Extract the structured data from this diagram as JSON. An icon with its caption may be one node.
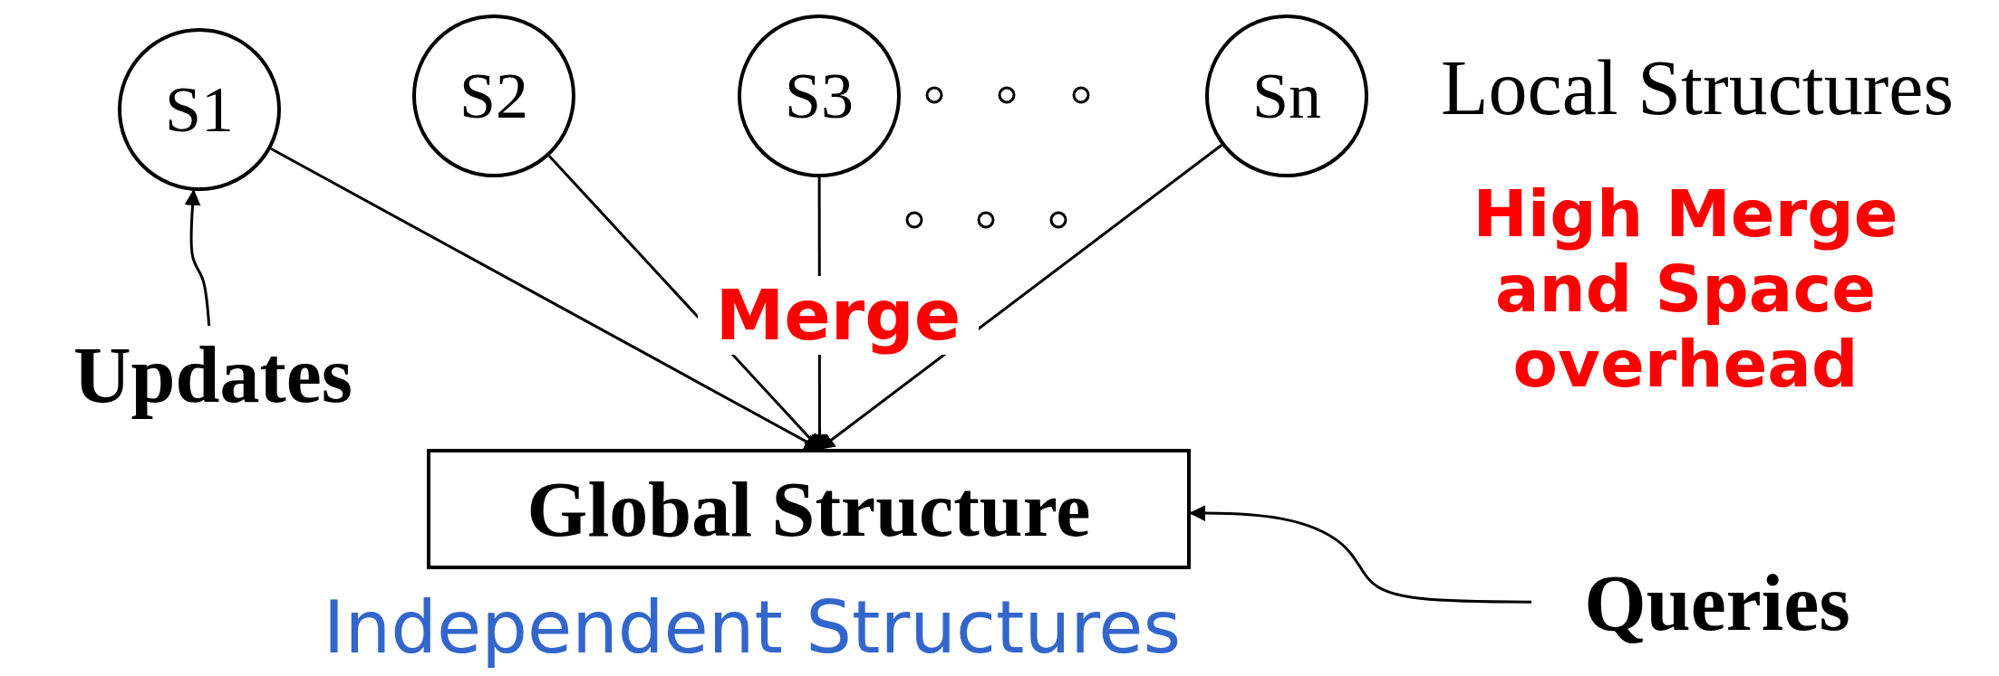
{
  "diagram": {
    "nodes": [
      {
        "text": [
          "S1"
        ]
      },
      {
        "text": [
          "S2"
        ]
      },
      {
        "text": [
          "S3"
        ]
      },
      {
        "text": [
          "Sn"
        ]
      },
      {
        "text": [
          "Global Structure"
        ]
      },
      {
        "text": [
          "Updates"
        ]
      },
      {
        "text": [
          "Queries"
        ]
      }
    ],
    "edges": [
      {
        "from": 0,
        "to": 4,
        "arrow": "to"
      },
      {
        "from": 1,
        "to": 4,
        "arrow": "to"
      },
      {
        "from": 2,
        "to": 4,
        "arrow": "to"
      },
      {
        "from": 3,
        "to": 4,
        "arrow": "to"
      },
      {
        "from": 5,
        "to": 0,
        "arrow": "to"
      },
      {
        "from": 6,
        "to": 4,
        "arrow": "to"
      }
    ],
    "labels": [
      "Local Structures",
      "Merge",
      "High Merge and Space overhead",
      "Independent Structures"
    ]
  }
}
